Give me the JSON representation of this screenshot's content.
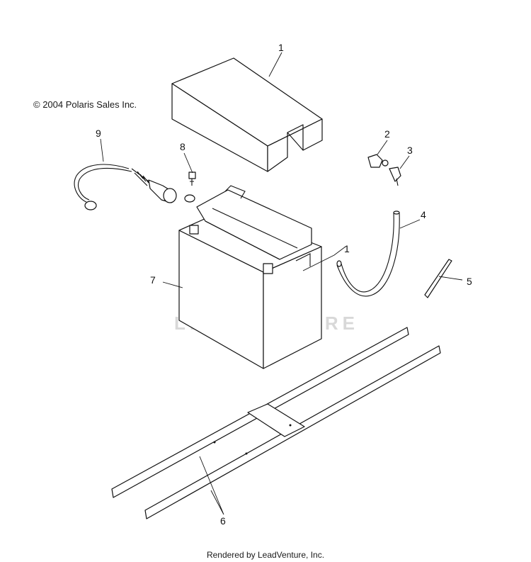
{
  "copyright": "© 2004 Polaris Sales Inc.",
  "footer": "Rendered by LeadVenture, Inc.",
  "watermark": "LEADVENTURE",
  "callouts": {
    "c1": "1",
    "c1b": "1",
    "c2": "2",
    "c3": "3",
    "c4": "4",
    "c5": "5",
    "c6": "6",
    "c7": "7",
    "c8": "8",
    "c9": "9"
  }
}
